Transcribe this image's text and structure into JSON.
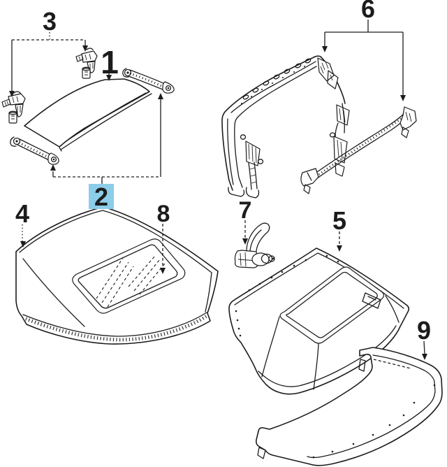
{
  "diagram": {
    "background": "#ffffff",
    "ink_color": "#1c1c1c",
    "highlight_bg": "#8ccde9",
    "highlight_fg": "#1d7cac",
    "callouts": [
      {
        "number": "1",
        "part": "front-header-panel",
        "highlighted": false
      },
      {
        "number": "2",
        "part": "side-rail-set",
        "highlighted": true
      },
      {
        "number": "3",
        "part": "front-lock-assemblies",
        "highlighted": false
      },
      {
        "number": "4",
        "part": "hardtop-shell",
        "highlighted": false
      },
      {
        "number": "5",
        "part": "convertible-top-cover",
        "highlighted": false
      },
      {
        "number": "6",
        "part": "top-frame-assembly",
        "highlighted": false
      },
      {
        "number": "7",
        "part": "side-lock-assembly",
        "highlighted": false
      },
      {
        "number": "8",
        "part": "rear-window-glass",
        "highlighted": false
      },
      {
        "number": "9",
        "part": "rear-boot-trim",
        "highlighted": false
      }
    ]
  }
}
